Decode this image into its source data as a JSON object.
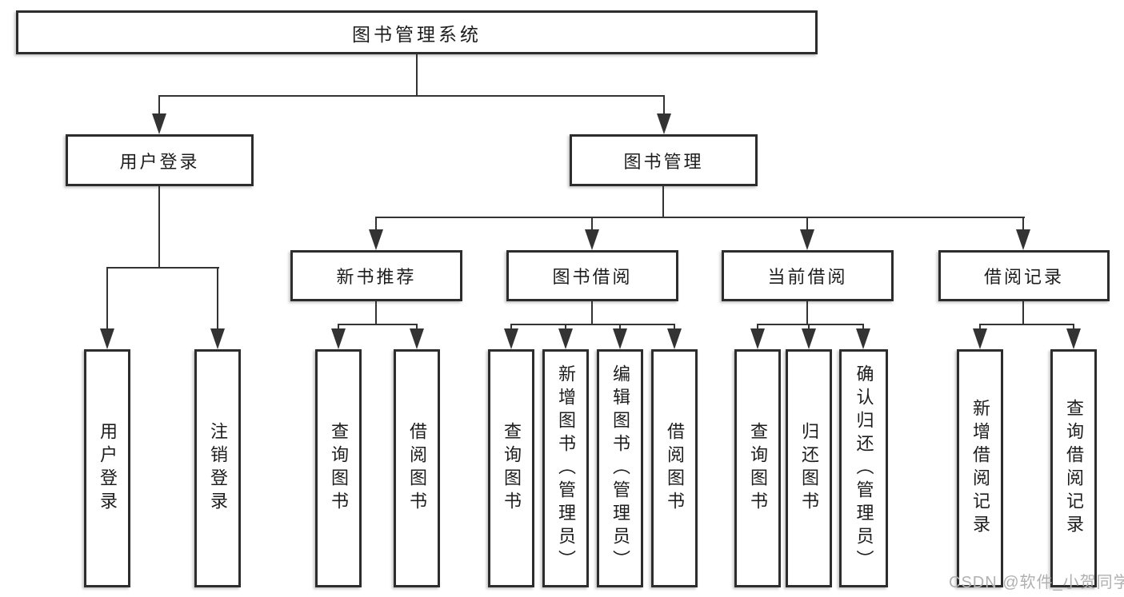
{
  "colors": {
    "line": "#333333",
    "border": "#2d2d2d",
    "text": "#1d1d1d",
    "watermark": "#b0b0b0",
    "background": "#ffffff"
  },
  "root": {
    "label": "图书管理系统"
  },
  "level2": {
    "user_login": {
      "label": "用户登录"
    },
    "book_management": {
      "label": "图书管理"
    }
  },
  "level3": {
    "new_book_recommendation": {
      "label": "新书推荐"
    },
    "book_borrowing": {
      "label": "图书借阅"
    },
    "current_borrowing": {
      "label": "当前借阅"
    },
    "borrowing_records": {
      "label": "借阅记录"
    }
  },
  "leaves": {
    "user_login": [
      "用户登录",
      "注销登录"
    ],
    "new_book_recommendation": [
      "查询图书",
      "借阅图书"
    ],
    "book_borrowing": [
      "查询图书",
      "新增图书（管理员）",
      "编辑图书（管理员）",
      "借阅图书"
    ],
    "current_borrowing": [
      "查询图书",
      "归还图书",
      "确认归还（管理员）"
    ],
    "borrowing_records": [
      "新增借阅记录",
      "查询借阅记录"
    ]
  },
  "watermark": "CSDN @软件_小贺同学"
}
